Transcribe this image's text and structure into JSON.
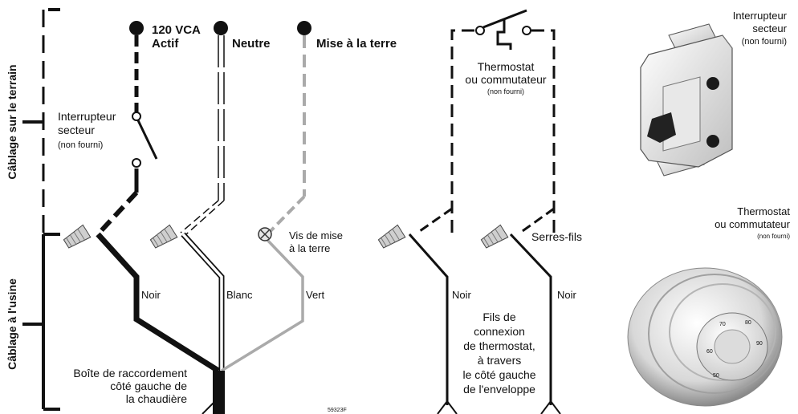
{
  "side_labels": {
    "field": "Câblage sur le terrain",
    "factory": "Câblage à l'usine"
  },
  "terminals": {
    "line": [
      "120 VCA",
      "Actif"
    ],
    "neutral": "Neutre",
    "ground": "Mise à la terre"
  },
  "disconnect_switch": {
    "line1": "Interrupteur",
    "line2": "secteur",
    "line3": "(non fourni)"
  },
  "thermostat_switch": {
    "line1": "Thermostat",
    "line2": "ou commutateur",
    "line3": "(non fourni)"
  },
  "ground_screw": [
    "Vis de mise",
    "à la terre"
  ],
  "wire_nuts": "Serres-fils",
  "wire_colors": {
    "black": "Noir",
    "white": "Blanc",
    "green": "Vert",
    "thermostat_left": "Noir",
    "thermostat_right": "Noir"
  },
  "junction_box": [
    "Boîte de raccordement",
    "côté gauche de",
    "la chaudière"
  ],
  "thermostat_leads": [
    "Fils de",
    "connexion",
    "de thermostat,",
    "à travers",
    "le côté gauche",
    "de l'enveloppe"
  ],
  "figure_code": "59323F",
  "illustration_switch": {
    "line1": "Interrupteur",
    "line2": "secteur",
    "line3": "(non fourni)"
  },
  "illustration_thermostat": {
    "line1": "Thermostat",
    "line2": "ou commutateur",
    "line3": "(non fourni)",
    "dial_numbers": [
      "50",
      "60",
      "70",
      "80",
      "90"
    ]
  },
  "colors": {
    "black_wire": "#111111",
    "white_wire": "#ffffff",
    "green_wire": "#aaaaaa",
    "outline": "#111111"
  }
}
